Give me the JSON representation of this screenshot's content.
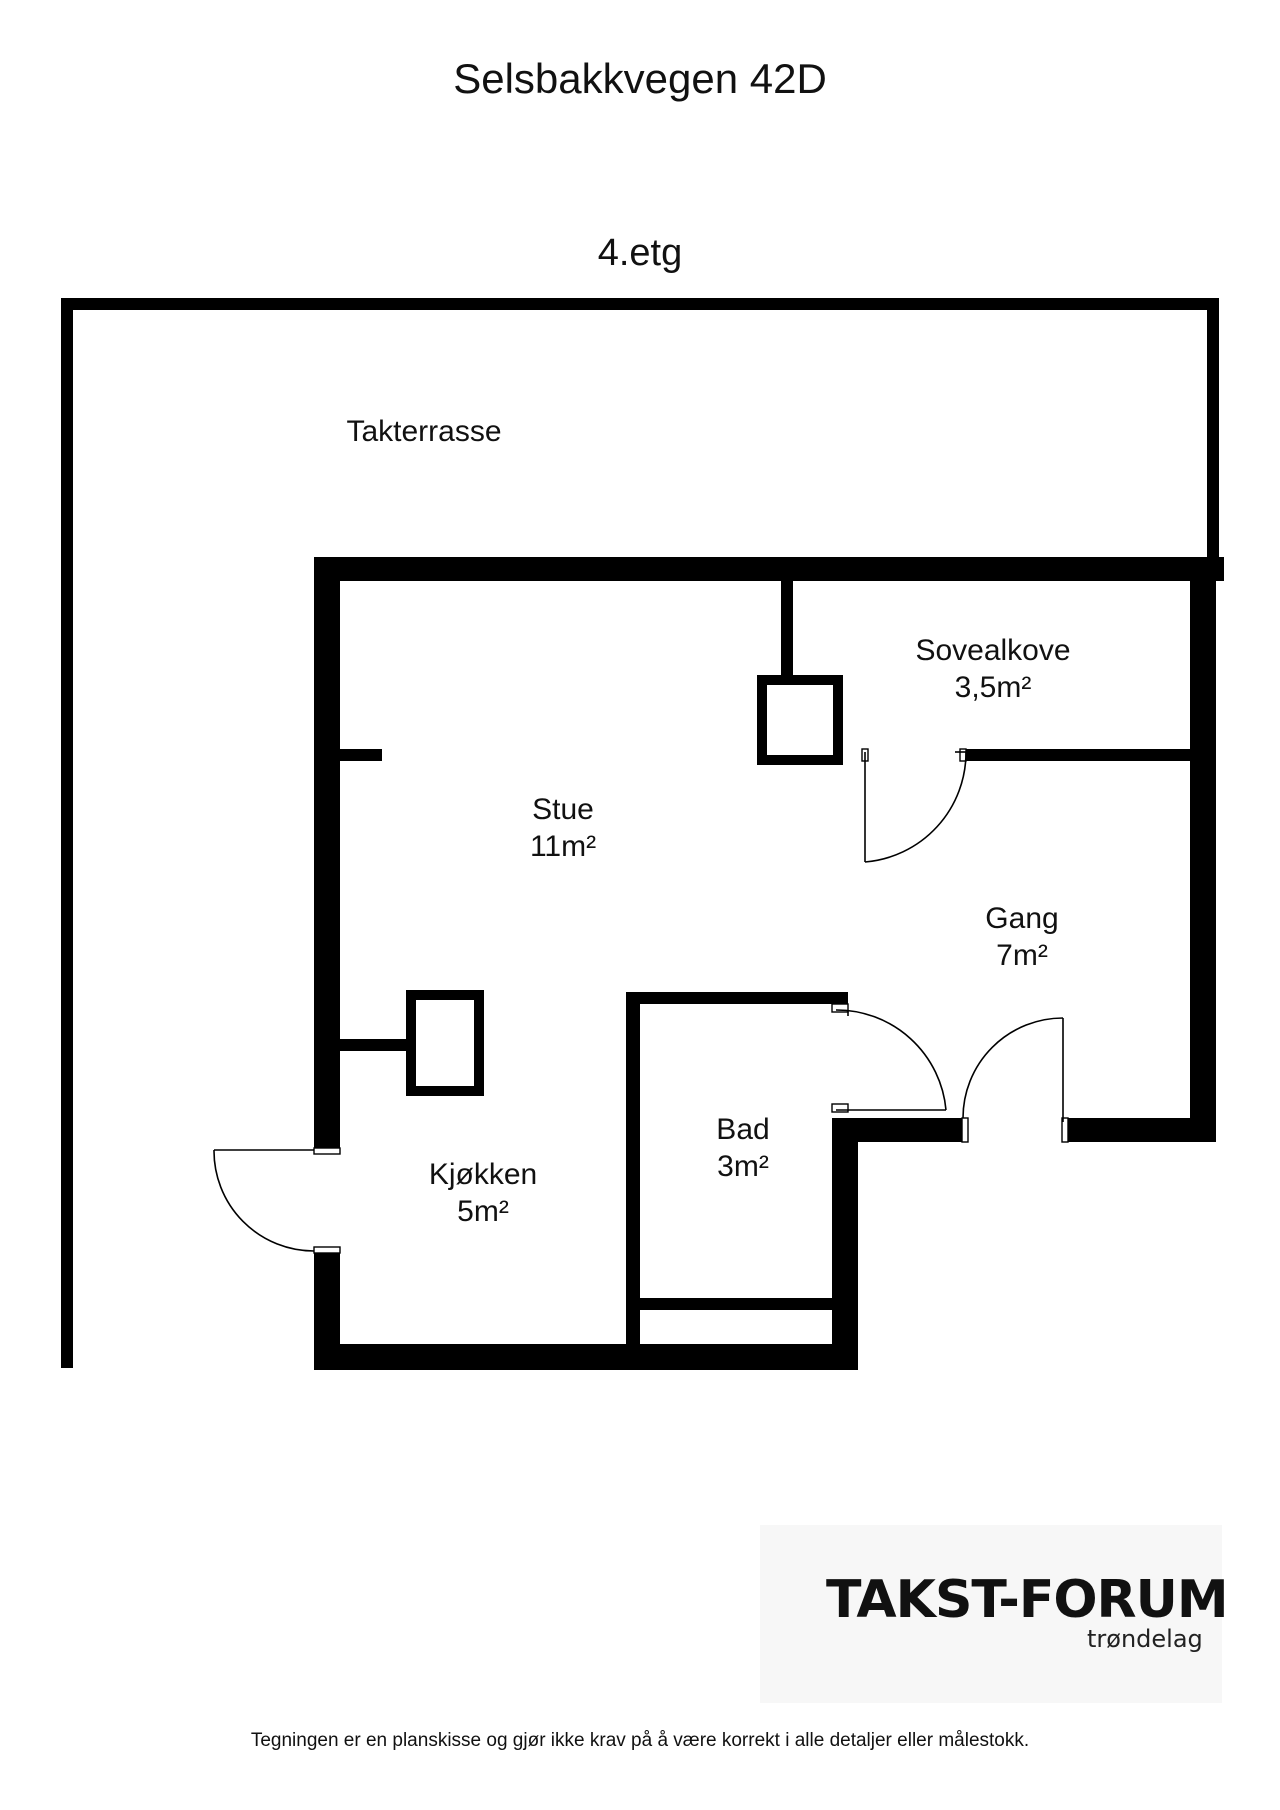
{
  "title": "Selsbakkvegen 42D",
  "floor": "4.etg",
  "rooms": {
    "takterrasse": {
      "name": "Takterrasse",
      "area": ""
    },
    "sovealkove": {
      "name": "Sovealkove",
      "area": "3,5m²"
    },
    "stue": {
      "name": "Stue",
      "area": "11m²"
    },
    "gang": {
      "name": "Gang",
      "area": "7m²"
    },
    "bad": {
      "name": "Bad",
      "area": "3m²"
    },
    "kjokken": {
      "name": "Kjøkken",
      "area": "5m²"
    }
  },
  "logo": {
    "name": "TAKST-FORUM",
    "region": "trøndelag",
    "accent": "#f2b600"
  },
  "footer": "Tegningen er en planskisse og gjør ikke krav på å være korrekt i alle detaljer eller målestokk.",
  "colors": {
    "wall": "#000000",
    "background": "#ffffff"
  }
}
